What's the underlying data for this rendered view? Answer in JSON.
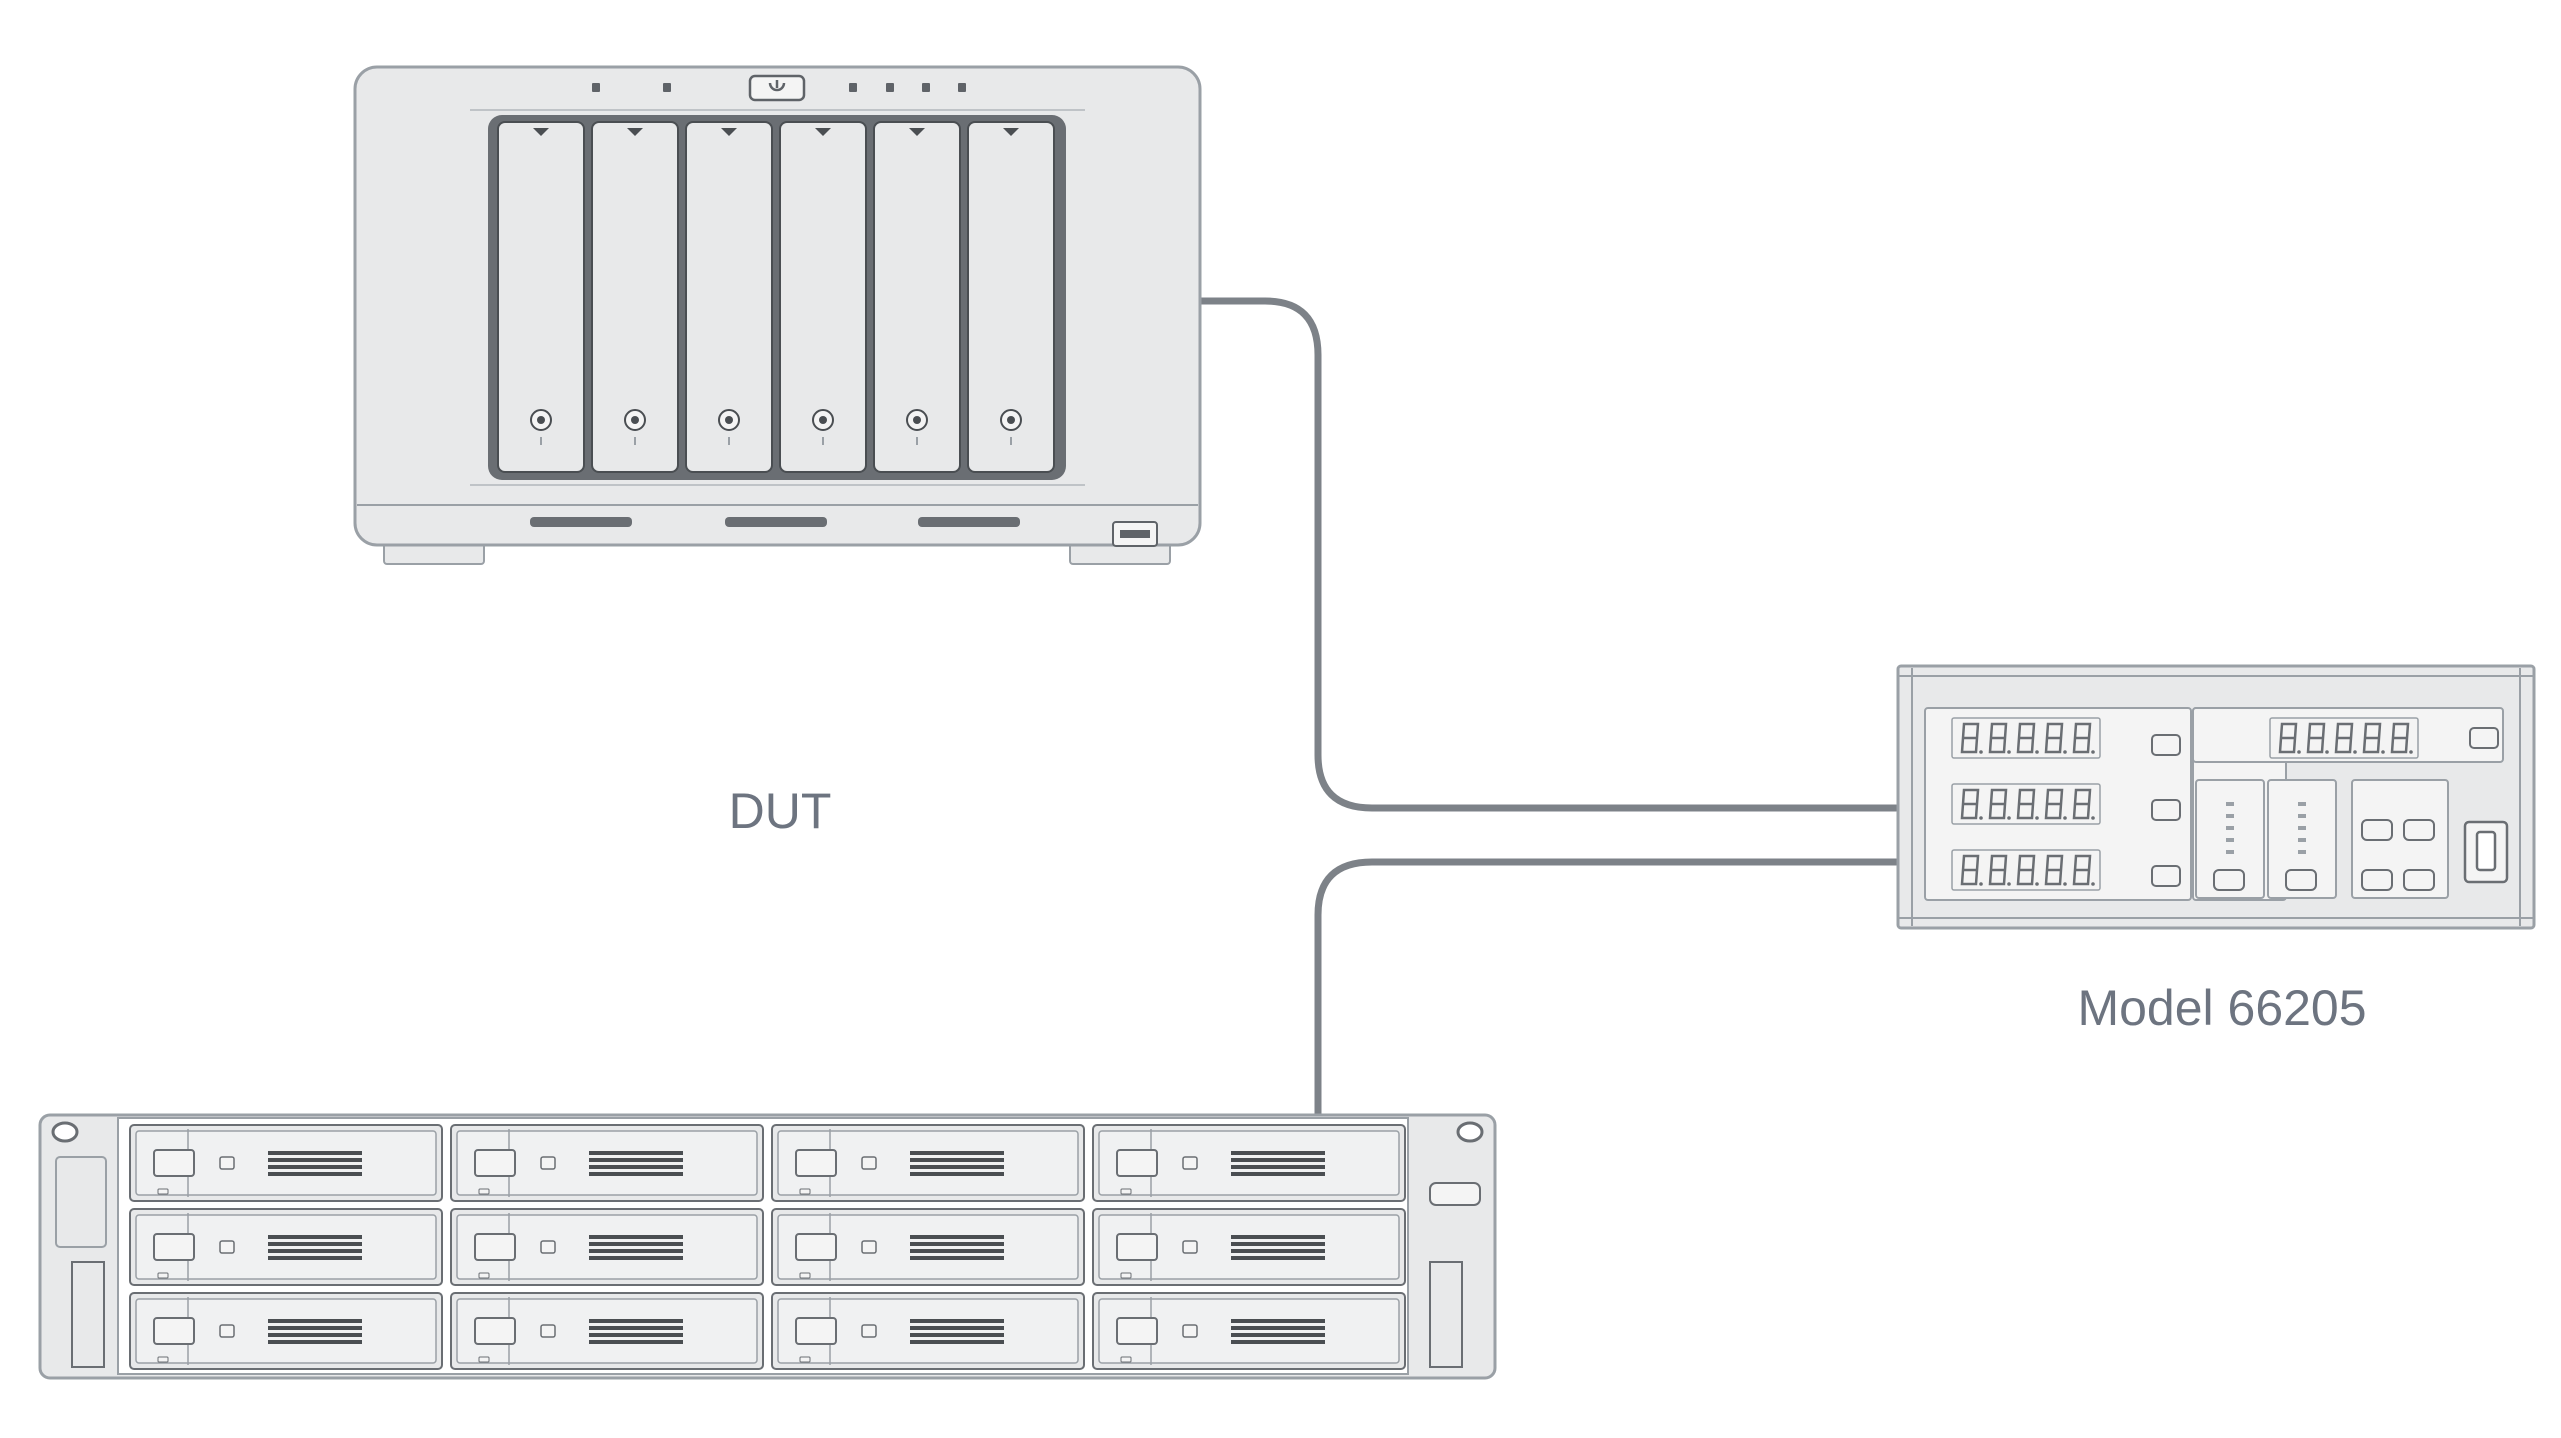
{
  "labels": {
    "dut": "DUT",
    "meter": "Model 66205"
  },
  "colors": {
    "background": "#ffffff",
    "device_fill": "#e8e9ea",
    "device_stroke": "#9aa0a6",
    "dark": "#5f6368",
    "cable": "#7d8288",
    "label": "#6d7480"
  },
  "nas_tower": {
    "bays": 6
  },
  "rack_server": {
    "rows": 3,
    "columns": 4
  },
  "meter": {
    "left_displays": 3,
    "right_displays": 1,
    "digits_per_display": 5
  }
}
